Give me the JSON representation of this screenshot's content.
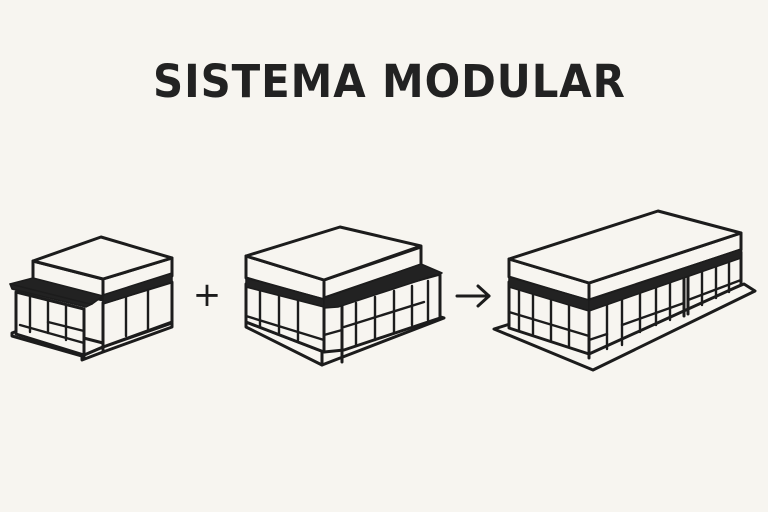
{
  "title": "SISTEMA MODULAR",
  "operators": {
    "plus": "+",
    "arrow": "→"
  },
  "modules": [
    {
      "id": "module-a",
      "description": "small single-storey storefront module, canopy on left facade"
    },
    {
      "id": "module-b",
      "description": "wider single-storey storefront module, canopy on right facade"
    },
    {
      "id": "module-combined",
      "description": "combined long storefront building"
    }
  ],
  "colors": {
    "background": "#f7f5f0",
    "ink": "#1c1c1c",
    "band": "#222222"
  }
}
